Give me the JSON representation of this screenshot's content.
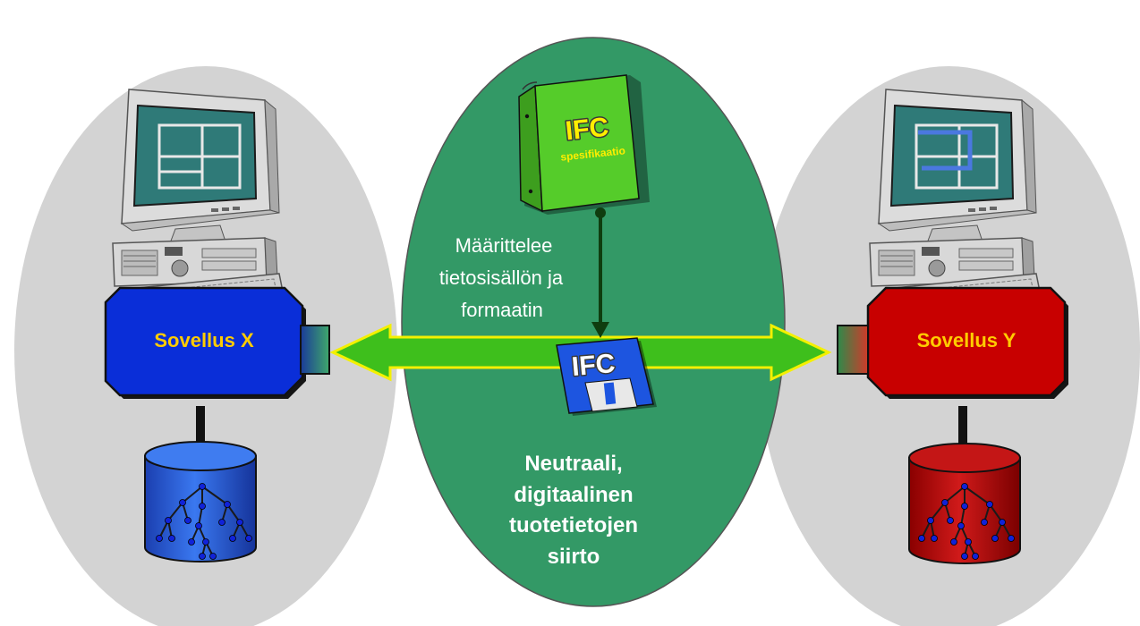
{
  "left_app": {
    "label": "Sovellus X",
    "color": "#0a2ed8",
    "connector_colors": [
      "#1a3a9a",
      "#3fa86a"
    ]
  },
  "right_app": {
    "label": "Sovellus Y",
    "color": "#c80000",
    "connector_colors": [
      "#2e8a4a",
      "#d13a2a"
    ]
  },
  "binder": {
    "title": "IFC",
    "subtitle": "spesifikaatio",
    "color": "#55cc2a"
  },
  "disk": {
    "label": "IFC",
    "color": "#1d55e0"
  },
  "middle_text_top": [
    "Määrittelee",
    "tietosisällön ja",
    "formaatin"
  ],
  "middle_text_bottom": [
    "Neutraali,",
    "digitaalinen",
    "tuotetietojen",
    "siirto"
  ],
  "colors": {
    "side_ellipse": "#d3d3d3",
    "center_ellipse": "#339966",
    "arrow_fill": "#3ebf1c",
    "arrow_stroke": "#f4f000",
    "label_yellow": "#ffcc00"
  }
}
